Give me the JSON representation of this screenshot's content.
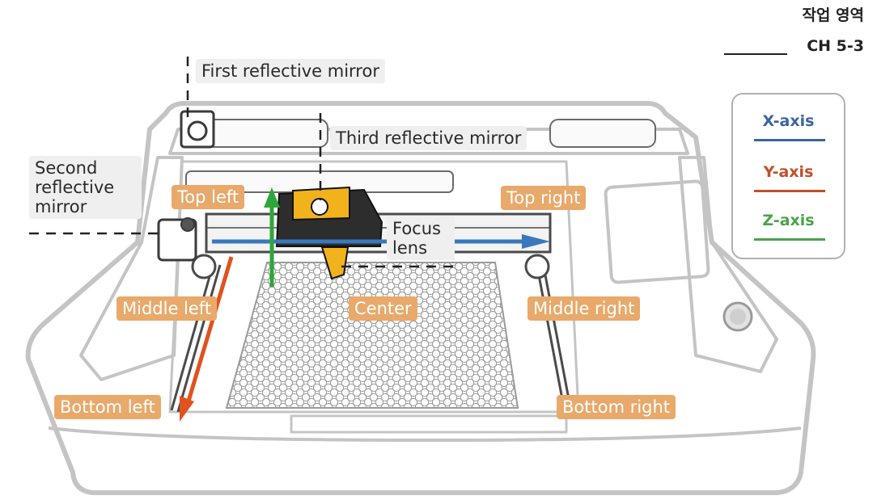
{
  "header": {
    "title": "작업 영역",
    "chapter": "CH 5-3"
  },
  "labels": {
    "first_mirror": "First reflective mirror",
    "second_mirror": "Second reflective mirror",
    "third_mirror": "Third reflective mirror",
    "focus_lens": "Focus lens",
    "top_left": "Top left",
    "top_right": "Top right",
    "middle_left": "Middle left",
    "middle_right": "Middle right",
    "center": "Center",
    "bottom_left": "Bottom left",
    "bottom_right": "Bottom right"
  },
  "legend": {
    "x_axis": {
      "label": "X-axis",
      "color": "#3b64a0"
    },
    "y_axis": {
      "label": "Y-axis",
      "color": "#c0502a"
    },
    "z_axis": {
      "label": "Z-axis",
      "color": "#4aa34a"
    }
  },
  "colors": {
    "x_arrow": "#3a78bd",
    "y_arrow": "#e0531e",
    "z_arrow": "#2fa63a",
    "label_orange": "#e8a96b",
    "laser_head_yellow": "#f2b21c",
    "outline_grey": "#c4c4c4"
  }
}
